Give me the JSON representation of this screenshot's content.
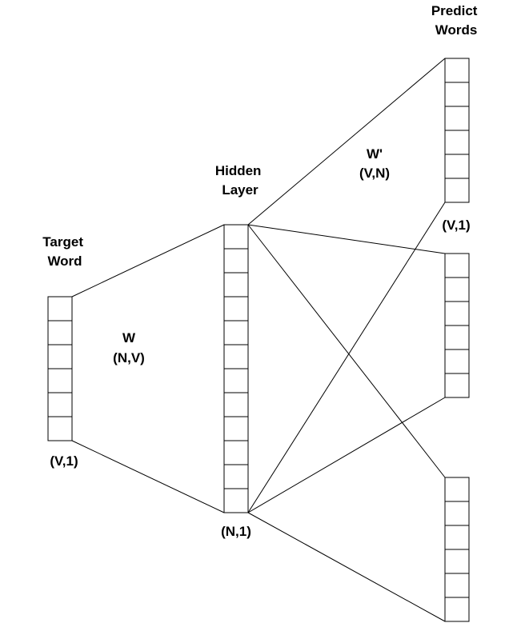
{
  "labels": {
    "target_word": [
      "Target",
      "Word"
    ],
    "target_dim": "(V,1)",
    "w_name": "W",
    "w_dim": "(N,V)",
    "hidden_layer": [
      "Hidden",
      "Layer"
    ],
    "hidden_dim": "(N,1)",
    "w_prime_name": "W'",
    "w_prime_dim": "(V,N)",
    "predict_words": [
      "Predict",
      "Words"
    ],
    "predict_dim": "(V,1)"
  },
  "vectors": {
    "target_word_cells": 6,
    "hidden_layer_cells": 12,
    "predict_vector_cells": [
      6,
      6,
      6
    ]
  },
  "colors": {
    "stroke": "#000000",
    "background": "#ffffff"
  }
}
